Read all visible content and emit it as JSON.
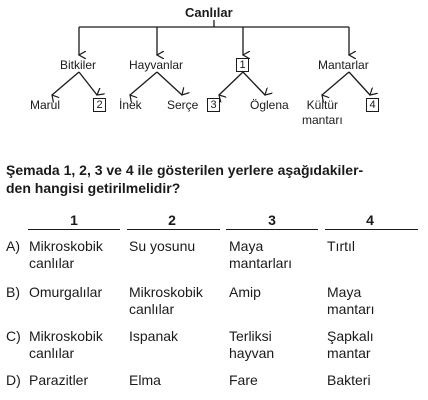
{
  "diagram": {
    "root": "Canlılar",
    "branches": [
      {
        "label": "Bitkiler",
        "children": [
          "Marul",
          "2"
        ]
      },
      {
        "label": "Hayvanlar",
        "children": [
          "İnek",
          "Serçe"
        ]
      },
      {
        "label": "1",
        "children": [
          "3",
          "Öglena"
        ]
      },
      {
        "label": "Mantarlar",
        "children": [
          "Kültür\nmantarı",
          "4"
        ]
      }
    ]
  },
  "question": "Şemada 1, 2, 3 ve 4 ile gösterilen yerlere aşağıdakiler-\nden hangisi getirilmelidir?",
  "table": {
    "headers": [
      "1",
      "2",
      "3",
      "4"
    ],
    "rows": [
      {
        "option": "A)",
        "cells": [
          "Mikroskobik\ncanlılar",
          "Su yosunu",
          "Maya\nmantarları",
          "Tırtıl"
        ]
      },
      {
        "option": "B)",
        "cells": [
          "Omurgalılar",
          "Mikroskobik\ncanlılar",
          "Amip",
          "Maya\nmantarı"
        ]
      },
      {
        "option": "C)",
        "cells": [
          "Mikroskobik\ncanlılar",
          "Ispanak",
          "Terliksi\nhayvan",
          "Şapkalı\nmantar"
        ]
      },
      {
        "option": "D)",
        "cells": [
          "Parazitler",
          "Elma",
          "Fare",
          "Bakteri"
        ]
      }
    ]
  }
}
